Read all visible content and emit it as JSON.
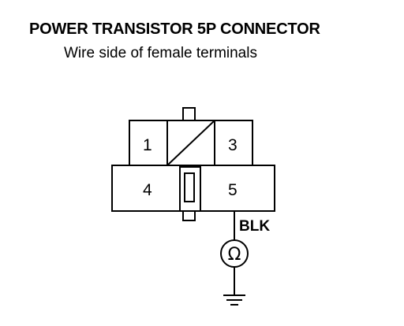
{
  "header": {
    "title": "POWER TRANSISTOR 5P CONNECTOR",
    "subtitle": "Wire side of female terminals"
  },
  "connector": {
    "terminals": [
      {
        "label": "1"
      },
      {
        "label": "3"
      },
      {
        "label": "4"
      },
      {
        "label": "5"
      }
    ]
  },
  "probe": {
    "wire_color": "BLK",
    "meter_symbol": "Ω"
  }
}
